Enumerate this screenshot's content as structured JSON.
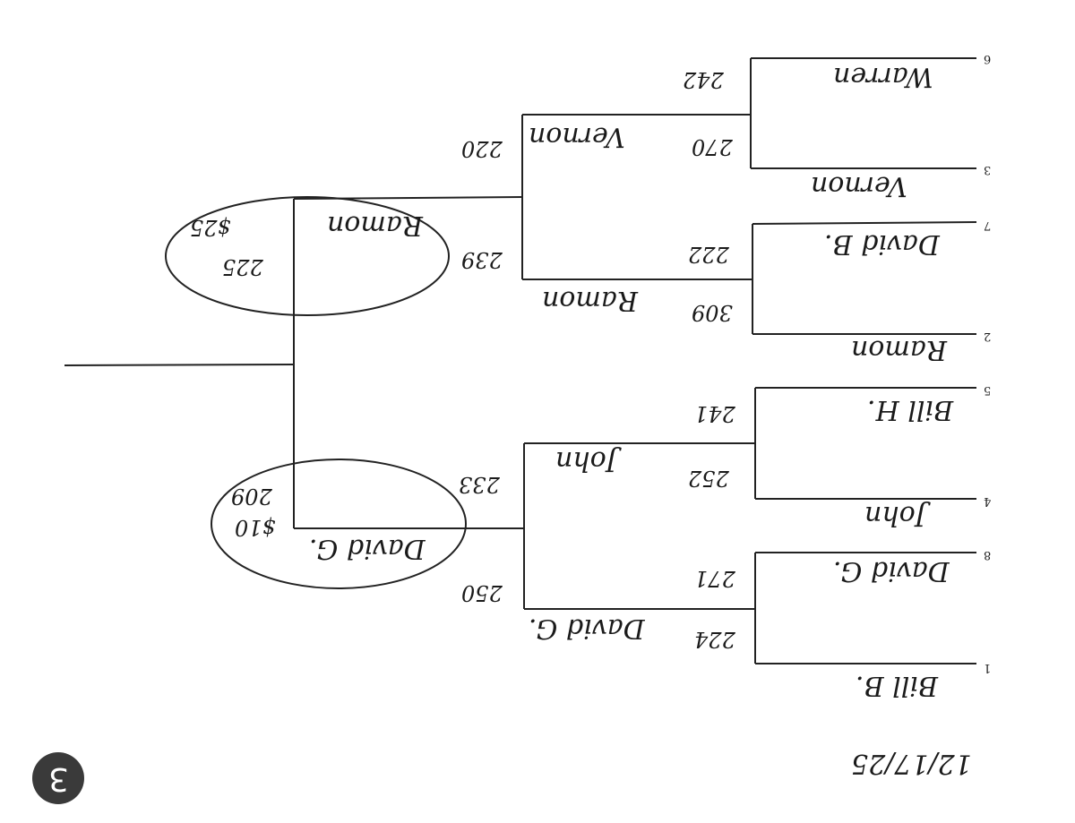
{
  "date": "12/17/25",
  "page_number": "3",
  "round1": [
    {
      "seed": "1",
      "name": "Bill B.",
      "score": "224"
    },
    {
      "seed": "8",
      "name": "David G.",
      "score": "271"
    },
    {
      "seed": "4",
      "name": "John",
      "score": "252"
    },
    {
      "seed": "5",
      "name": "Bill H.",
      "score": "241"
    },
    {
      "seed": "2",
      "name": "Ramon",
      "score": "309"
    },
    {
      "seed": "7",
      "name": "David B.",
      "score": "222"
    },
    {
      "seed": "3",
      "name": "Vernon",
      "score": "270"
    },
    {
      "seed": "6",
      "name": "Warren",
      "score": "242"
    }
  ],
  "round2": [
    {
      "name": "David G.",
      "score": "250"
    },
    {
      "name": "John",
      "score": "233"
    },
    {
      "name": "Ramon",
      "score": "239"
    },
    {
      "name": "Vernon",
      "score": "220"
    }
  ],
  "final": [
    {
      "name": "David G.",
      "score": "209",
      "prize": "$10"
    },
    {
      "name": "Ramon",
      "score": "225",
      "prize": "$25"
    }
  ]
}
